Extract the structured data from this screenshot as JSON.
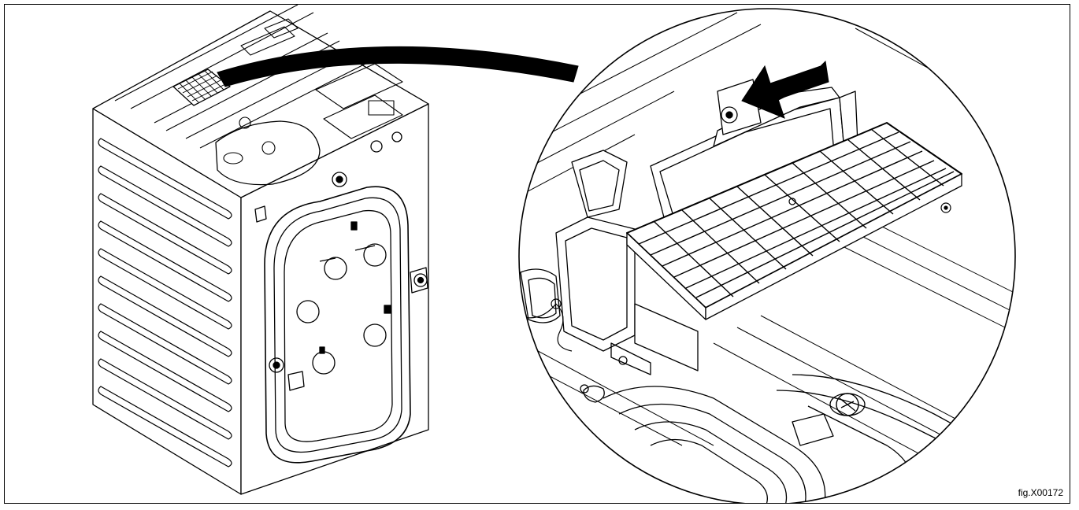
{
  "figure": {
    "label": "fig.X00172"
  },
  "colors": {
    "line": "#000000",
    "background": "#ffffff",
    "arrow": "#000000"
  },
  "icons": {
    "machine": "washing-machine-rear-view",
    "detail": "filter-magnified-detail",
    "pointer": "curved-callout-arrow",
    "direction": "push-direction-arrow"
  }
}
